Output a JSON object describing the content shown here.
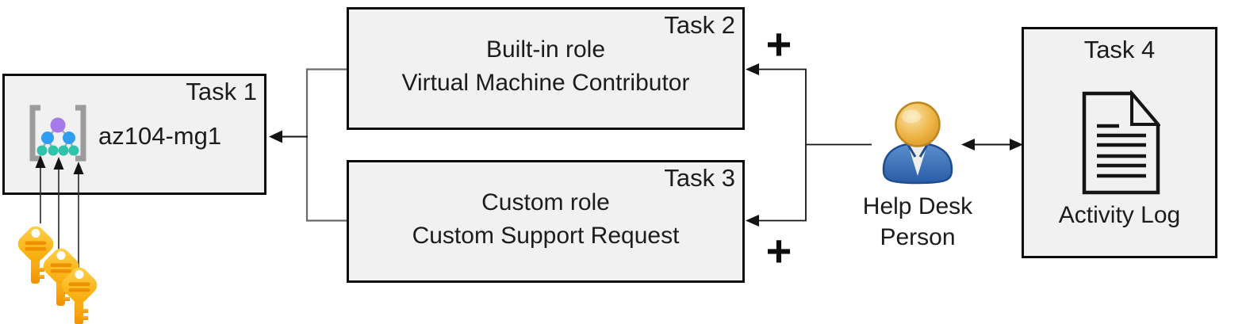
{
  "diagram": {
    "boxes": {
      "task1": {
        "label": "Task 1",
        "name": "az104-mg1"
      },
      "task2": {
        "label": "Task 2",
        "line1": "Built-in role",
        "line2": "Virtual Machine Contributor"
      },
      "task3": {
        "label": "Task 3",
        "line1": "Custom role",
        "line2": "Custom Support Request"
      },
      "task4": {
        "label": "Task 4",
        "caption": "Activity Log"
      }
    },
    "person": {
      "line1": "Help Desk",
      "line2": "Person"
    },
    "symbols": {
      "plus_top": "+",
      "plus_bottom": "+"
    },
    "icons": {
      "task1": "management-group-icon",
      "left_of_task1": "key-icon (x3, gold keys)",
      "center_right": "person-icon",
      "task4": "document-icon"
    },
    "colors": {
      "box_fill": "#f1f1f1",
      "box_border": "#0d0d0d",
      "connector_black": "#141414",
      "connector_gray": "#6a6a6a",
      "key_gold_light": "#FFD34F",
      "key_gold_dark": "#F7A600",
      "key_stripe": "#EE9100",
      "person_head": "#E9AE3F",
      "person_body": "#2F66B0",
      "mg_root_purple": "#A678EA",
      "mg_node_blue": "#2F9DF2",
      "mg_node_teal": "#2FC3AC",
      "mg_bracket_gray": "#9B9B9B"
    }
  }
}
